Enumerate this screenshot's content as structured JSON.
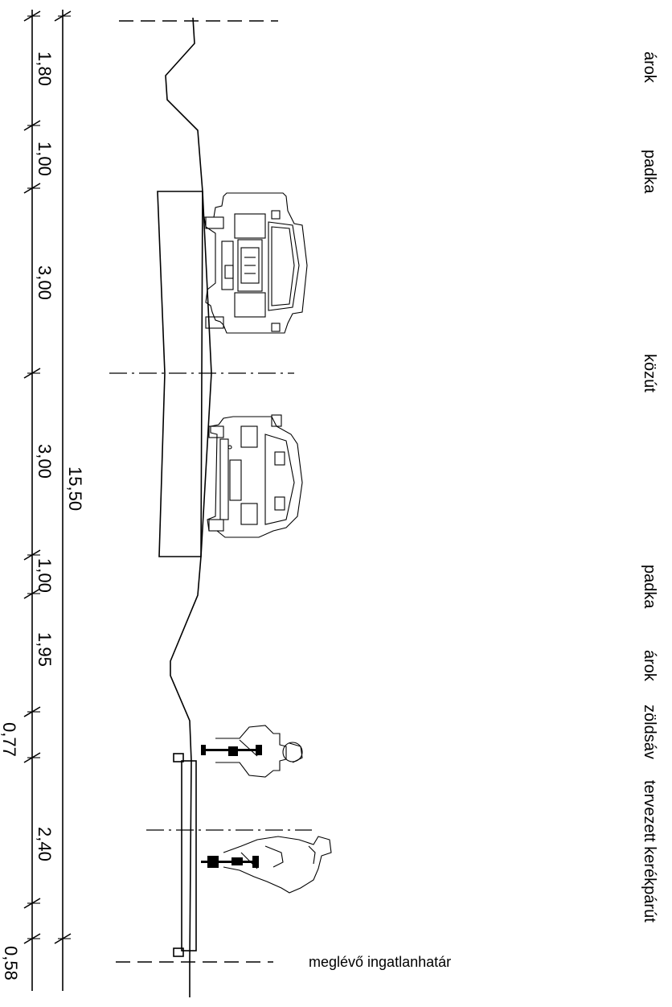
{
  "dimensions": {
    "total": "15,50",
    "segments": [
      "1,80",
      "1,00",
      "3,00",
      "3,00",
      "1,00",
      "1,95",
      "0,77",
      "2,40",
      "0,58"
    ]
  },
  "zones": {
    "arok_top": "árok",
    "padka_top": "padka",
    "kozut": "közút",
    "padka_bottom": "padka",
    "arok_bottom": "árok",
    "zoldsav": "zöldsáv",
    "kerekparut": "tervezett kerékpárút"
  },
  "property_line": "meglévő ingatlanhatár"
}
